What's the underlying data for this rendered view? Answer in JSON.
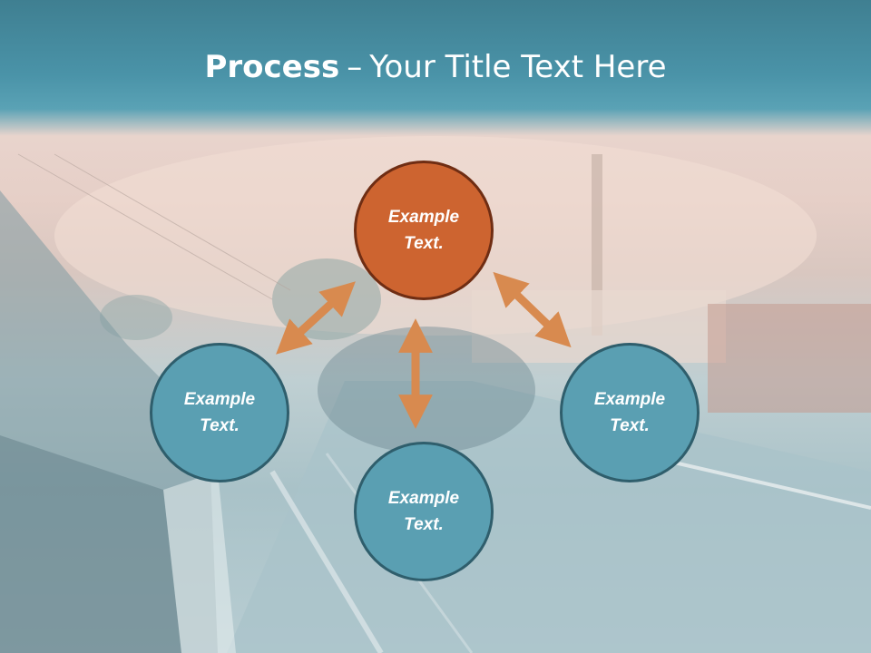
{
  "title": {
    "bold": "Process",
    "dash": "–",
    "rest": "Your Title Text Here"
  },
  "colors": {
    "header": "#4a93a8",
    "center_circle": "#cd6430",
    "outer_circle": "#5a9fb2",
    "arrow": "#d88a4f"
  },
  "nodes": {
    "top": {
      "text": "Example Text."
    },
    "left": {
      "text": "Example Text."
    },
    "right": {
      "text": "Example Text."
    },
    "bottom": {
      "text": "Example Text."
    }
  }
}
